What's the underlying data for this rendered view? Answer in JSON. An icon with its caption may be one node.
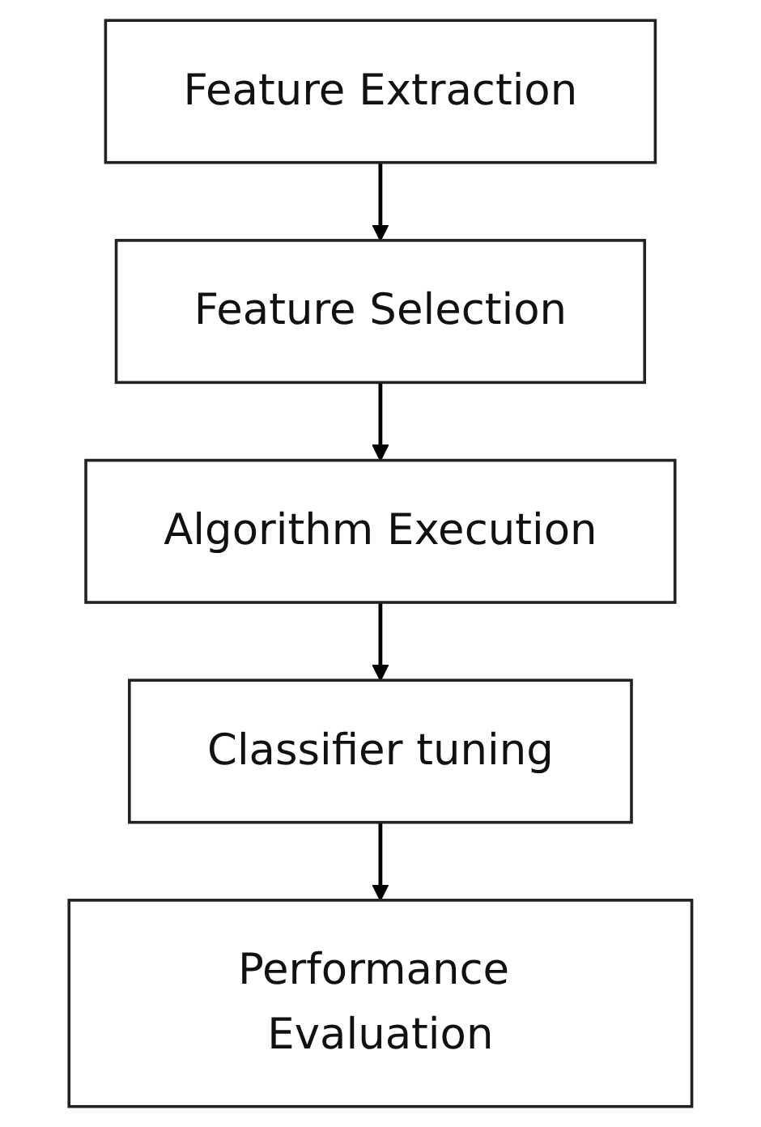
{
  "diagram": {
    "nodes": [
      {
        "text": [
          "Feature Extraction"
        ]
      },
      {
        "text": [
          "Feature Selection"
        ]
      },
      {
        "text": [
          "Algorithm Execution"
        ]
      },
      {
        "text": [
          "Classifier tuning"
        ]
      },
      {
        "text": [
          "Performance Evaluation"
        ]
      }
    ],
    "edges": [
      {
        "from": 0,
        "to": 1,
        "arrow": "to"
      },
      {
        "from": 1,
        "to": 2,
        "arrow": "to"
      },
      {
        "from": 2,
        "to": 3,
        "arrow": "to"
      },
      {
        "from": 3,
        "to": 4,
        "arrow": "to"
      }
    ]
  }
}
